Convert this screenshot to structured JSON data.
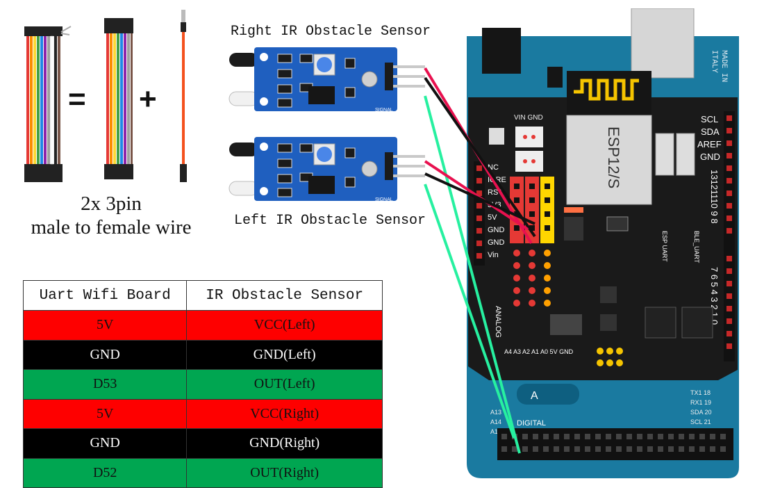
{
  "labels": {
    "right_sensor": "Right IR Obstacle Sensor",
    "left_sensor": "Left IR Obstacle Sensor",
    "equals": "=",
    "plus": "+",
    "wire_line1": "2x 3pin",
    "wire_line2": "male to female wire"
  },
  "sensor_pcb": {
    "pin_label_signal": "SIGNAL"
  },
  "table": {
    "headers": [
      "Uart Wifi Board",
      "IR Obstacle Sensor"
    ],
    "rows": [
      {
        "board": "5V",
        "sensor": "VCC(Left)",
        "color": "red"
      },
      {
        "board": "GND",
        "sensor": "GND(Left)",
        "color": "black"
      },
      {
        "board": "D53",
        "sensor": "OUT(Left)",
        "color": "green"
      },
      {
        "board": "5V",
        "sensor": "VCC(Right)",
        "color": "red"
      },
      {
        "board": "GND",
        "sensor": "GND(Right)",
        "color": "black"
      },
      {
        "board": "D52",
        "sensor": "OUT(Right)",
        "color": "green"
      }
    ]
  },
  "board": {
    "made_in": "MADE IN",
    "italy": "ITALY",
    "esp_module": "ESP12/S",
    "vin_gnd": "VIN GND",
    "right_pins": [
      "SCL",
      "SDA",
      "AREF",
      "GND",
      "13121110 9  8"
    ],
    "digital_row": "7 6 5 4 3 2 1 0",
    "left_pins": [
      "NC",
      "IORE",
      "RST",
      "3V3",
      "5V",
      "GND",
      "GND",
      "Vin"
    ],
    "analog": "ANALOG",
    "analog_pins": "A4 A3 A2 A1 A0 5V GND",
    "ble_uart": "BLE_UART",
    "esp_uart": "ESP UART",
    "digital_label": "DIGITAL",
    "tx_rx_labels": [
      "TX1 18",
      "RX1 19",
      "SDA 20",
      "SCL 21"
    ],
    "a_pins": [
      "A13",
      "A14",
      "A15"
    ],
    "brand_fragment": "A"
  },
  "colors": {
    "red_wire": "#e8114f",
    "black_wire": "#111111",
    "green_wire": "#27f0a0",
    "sensor_blue": "#1f5fbf",
    "board_teal": "#1a7aa0",
    "shield_black": "#1a1a1a",
    "row_red": "#fe0000",
    "row_green": "#00a651"
  }
}
